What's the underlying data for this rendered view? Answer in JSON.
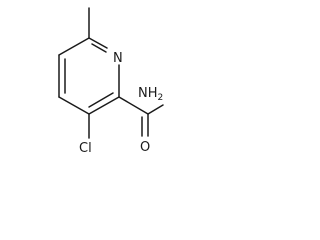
{
  "molecule": {
    "atoms": {
      "ring_nitrogen": "N",
      "amide_nitrogen": "NH",
      "amide_nitrogen_subscript": "2",
      "carbonyl_oxygen": "O",
      "chlorine": "Cl"
    }
  }
}
